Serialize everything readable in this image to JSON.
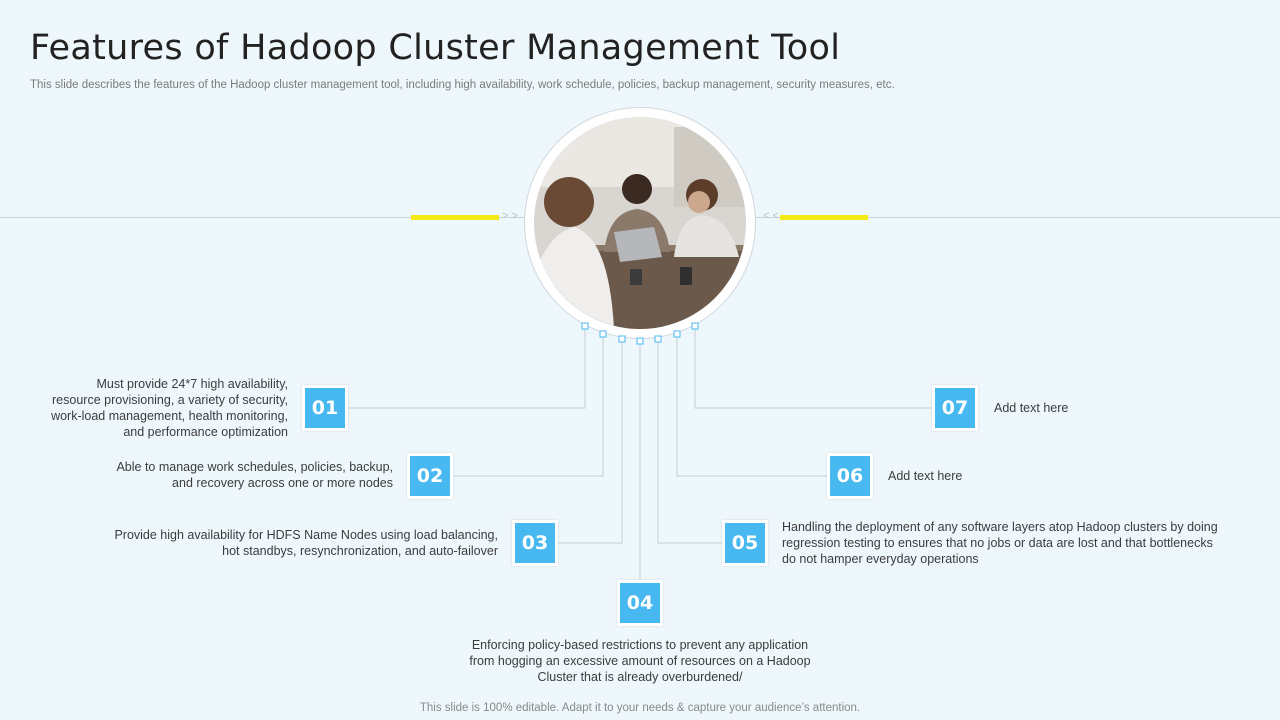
{
  "slide": {
    "title": "Features of Hadoop Cluster Management Tool",
    "subtitle": "This slide describes the features of the Hadoop cluster management tool, including high availability, work schedule, policies, backup management, security measures, etc.",
    "footer": "This slide is 100% editable. Adapt it to your needs & capture your audience’s attention."
  },
  "features": [
    {
      "number": "01",
      "lines": [
        "Must provide  24*7 high availability,",
        "resource provisioning,  a variety of security,",
        "work-load  management,  health monitoring,",
        "and performance  optimization"
      ]
    },
    {
      "number": "02",
      "lines": [
        "Able to manage work schedules, policies, backup,",
        "and recovery across one or more nodes"
      ]
    },
    {
      "number": "03",
      "lines": [
        "Provide  high availability for HDFS Name Nodes using load balancing,",
        "hot standbys, resynchronization,  and auto-failover"
      ]
    },
    {
      "number": "04",
      "lines": [
        "Enforcing policy-based restrictions to prevent  any application",
        "from hogging  an excessive amount of resources on a Hadoop",
        "Cluster that is already overburdened/"
      ]
    },
    {
      "number": "05",
      "lines": [
        "Handling the deployment of any software layers atop Hadoop clusters by doing",
        "regression testing to ensures that no jobs or data are lost and that bottlenecks",
        "do not hamper everyday operations"
      ]
    },
    {
      "number": "06",
      "lines": [
        "Add text here"
      ]
    },
    {
      "number": "07",
      "lines": [
        "Add text here"
      ]
    }
  ],
  "decor": {
    "chevron_left": "> >",
    "chevron_right": "< <"
  },
  "colors": {
    "accent_blue": "#48b8f0",
    "accent_yellow": "#f2ea12",
    "background": "#eef7fb"
  }
}
